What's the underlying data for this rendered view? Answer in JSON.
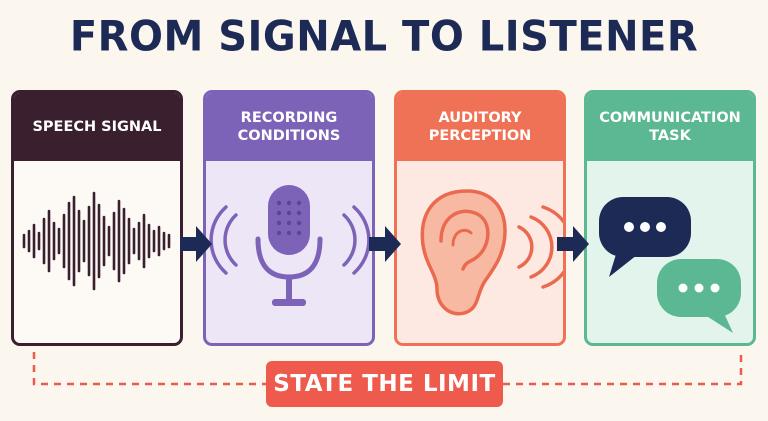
{
  "title": "FROM SIGNAL TO LISTENER",
  "panels": [
    {
      "label": "SPEECH SIGNAL",
      "color": "#3a1f2e",
      "icon": "waveform-icon"
    },
    {
      "label": "RECORDING\nCONDITIONS",
      "color": "#7c63b8",
      "icon": "microphone-icon"
    },
    {
      "label": "AUDITORY\nPERCEPTION",
      "color": "#f07256",
      "icon": "ear-icon"
    },
    {
      "label": "COMMUNICATION\nTASK",
      "color": "#5bb892",
      "icon": "chat-bubbles-icon"
    }
  ],
  "arrow_icon": "right-arrow-icon",
  "footer": {
    "label": "STATE THE LIMIT",
    "color": "#ee5b4d"
  }
}
